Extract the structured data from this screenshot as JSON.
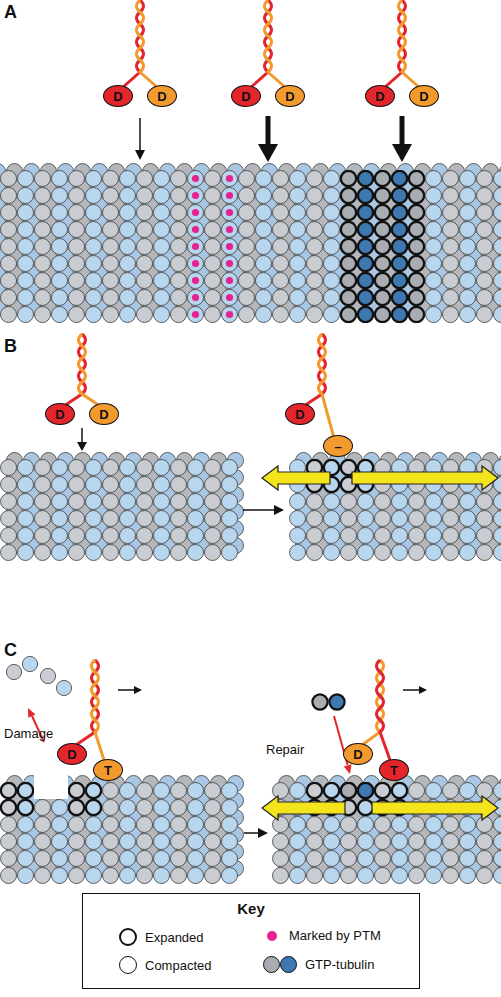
{
  "diagram": {
    "nodes": [
      {
        "text": [
          "D"
        ]
      },
      {
        "text": [
          "D"
        ]
      },
      {
        "text": [
          "D"
        ]
      },
      {
        "text": [
          "D"
        ]
      },
      {
        "text": [
          "D"
        ]
      },
      {
        "text": [
          "D"
        ]
      },
      {
        "text": [
          "D"
        ]
      },
      {
        "text": [
          "D"
        ]
      },
      {
        "text": [
          "D"
        ]
      },
      {
        "text": [
          "–"
        ]
      },
      {
        "text": [
          "D"
        ]
      },
      {
        "text": [
          "T"
        ]
      },
      {
        "text": [
          "D"
        ]
      },
      {
        "text": [
          "T"
        ]
      },
      {
        "text": [
          "Key"
        ]
      }
    ],
    "labels": [
      "A",
      "B",
      "C",
      "Damage",
      "Repair"
    ],
    "legend": [
      {
        "text": "Expanded"
      },
      {
        "text": "Marked by PTM",
        "color": "#e6228f"
      },
      {
        "text": "Compacted"
      },
      {
        "text": "GTP-tubulin"
      }
    ]
  }
}
